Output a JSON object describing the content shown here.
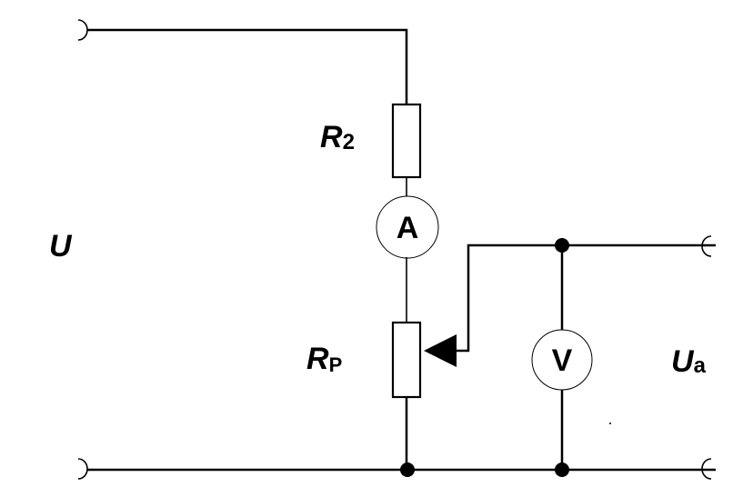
{
  "labels": {
    "source_voltage": "U",
    "resistor_2": {
      "main": "R",
      "sub": "2"
    },
    "potentiometer": {
      "main": "R",
      "sub": "P"
    },
    "output_voltage": {
      "main": "U",
      "sub": "a"
    }
  },
  "meters": {
    "ammeter": "A",
    "voltmeter": "V"
  }
}
